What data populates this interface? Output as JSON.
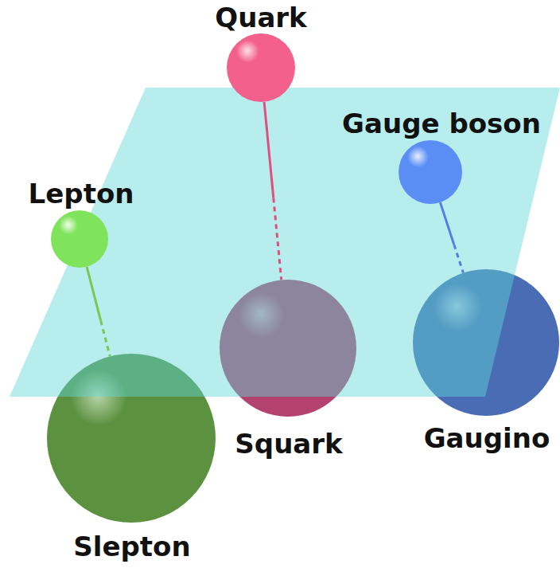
{
  "diagram": {
    "nodes": [
      {
        "text": [
          "Quark"
        ]
      },
      {
        "text": [
          "Gauge boson"
        ]
      },
      {
        "text": [
          "Lepton"
        ]
      },
      {
        "text": [
          "Squark"
        ]
      },
      {
        "text": [
          "Gaugino"
        ]
      },
      {
        "text": [
          "Slepton"
        ]
      }
    ],
    "edges": [
      {
        "from": 2,
        "to": 5,
        "arrow": "none"
      },
      {
        "from": 0,
        "to": 3,
        "arrow": "none"
      },
      {
        "from": 1,
        "to": 4,
        "arrow": "none"
      }
    ]
  }
}
